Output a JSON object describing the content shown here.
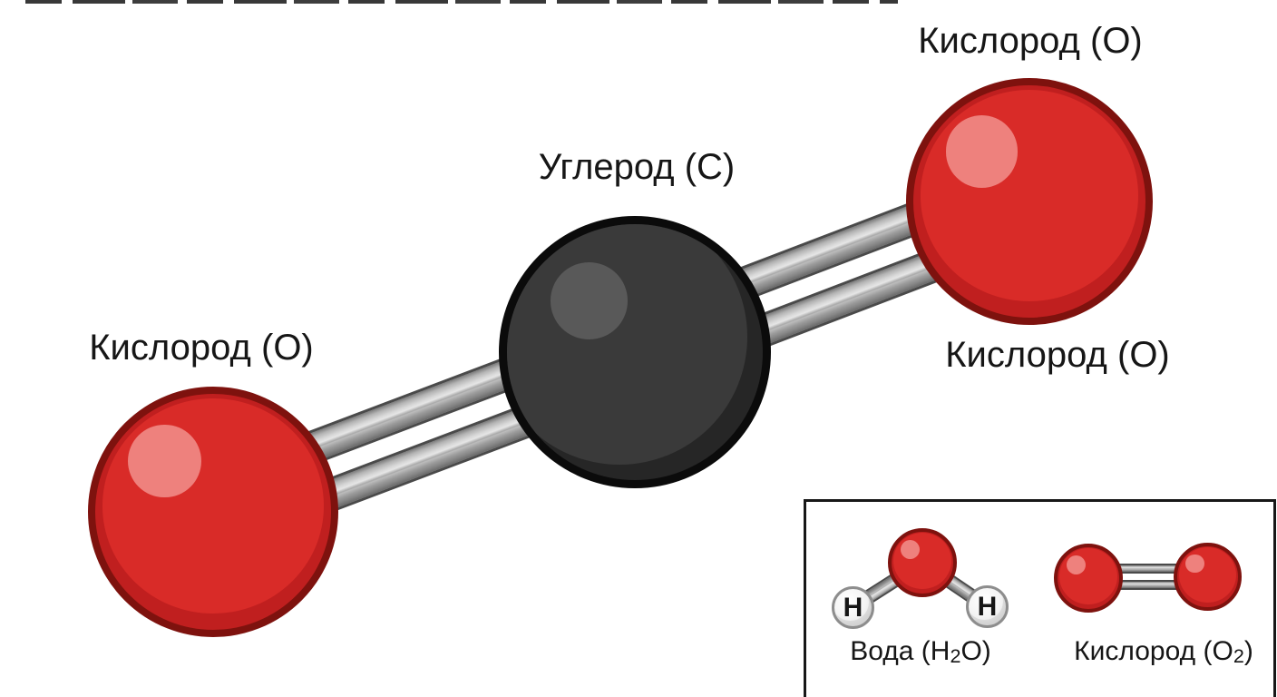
{
  "colors": {
    "background": "#ffffff",
    "oxygen_red": "#d92b28",
    "oxygen_red_dark": "#c01f1f",
    "oxygen_border": "#7e120e",
    "oxygen_highlight": "#ee817d",
    "carbon_gray": "#3a3a3a",
    "carbon_dark": "#262626",
    "carbon_border": "#0b0b0b",
    "carbon_highlight": "#595959",
    "bond_outline": "#4a4a4a",
    "text": "#161616"
  },
  "molecule": {
    "labels": {
      "oxygen_left": "Кислород (О)",
      "carbon": "Углерод (С)",
      "oxygen_right_top": "Кислород (О)",
      "oxygen_right_bottom": "Кислород (О)"
    }
  },
  "inset": {
    "water": {
      "hydrogen_left": "H",
      "hydrogen_right": "H",
      "label_pre": "Вода (H",
      "label_sub": "2",
      "label_post": "O)"
    },
    "oxygen_molecule": {
      "label_pre": "Кислород (О",
      "label_sub": "2",
      "label_post": ")"
    }
  }
}
